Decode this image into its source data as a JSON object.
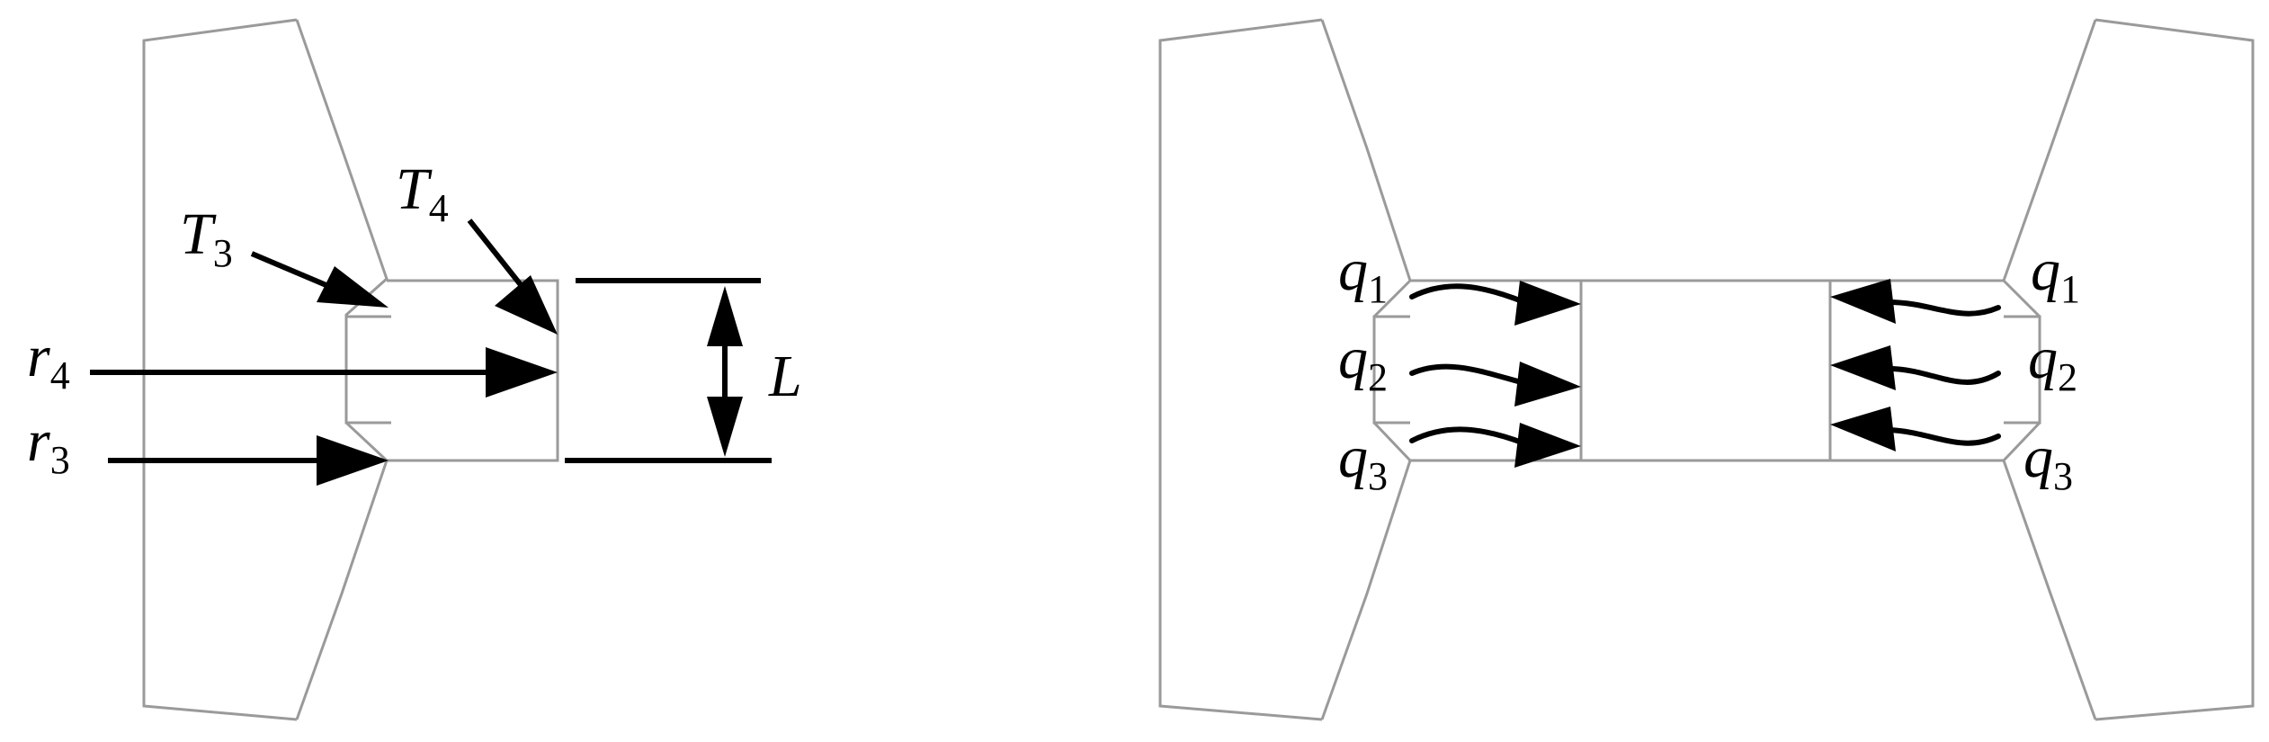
{
  "left_figure": {
    "labels": {
      "T3": {
        "base": "T",
        "sub": "3"
      },
      "T4": {
        "base": "T",
        "sub": "4"
      },
      "r4": {
        "base": "r",
        "sub": "4"
      },
      "r3": {
        "base": "r",
        "sub": "3"
      },
      "L": "L"
    }
  },
  "right_figure": {
    "labels_left": [
      {
        "base": "q",
        "sub": "1"
      },
      {
        "base": "q",
        "sub": "2"
      },
      {
        "base": "q",
        "sub": "3"
      }
    ],
    "labels_right": [
      {
        "base": "q",
        "sub": "1"
      },
      {
        "base": "q",
        "sub": "2"
      },
      {
        "base": "q",
        "sub": "3"
      }
    ]
  }
}
